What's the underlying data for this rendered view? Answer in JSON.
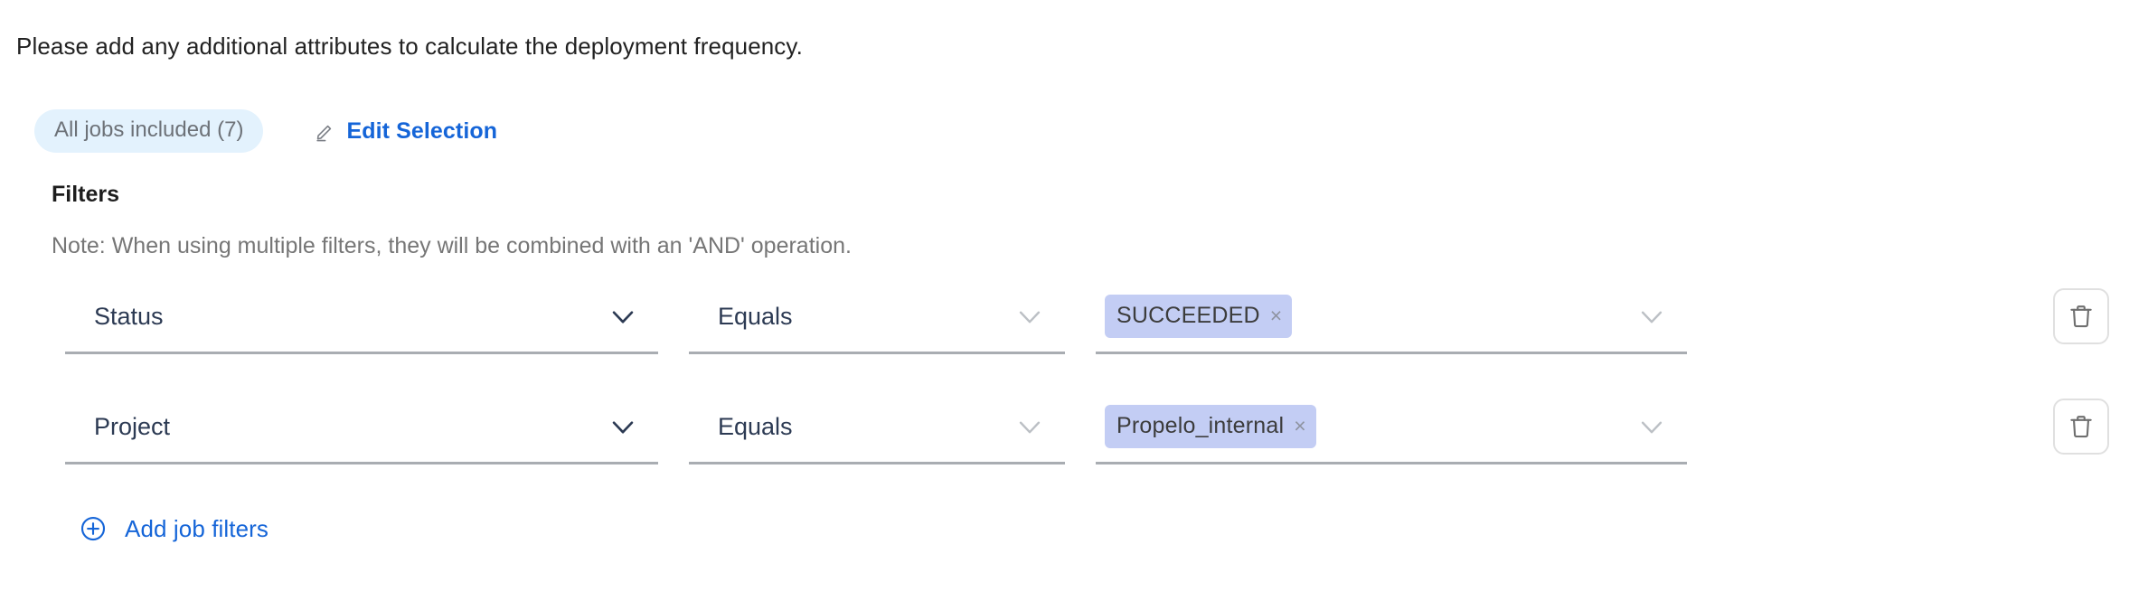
{
  "intro": {
    "text": "Please add any additional attributes to calculate the deployment frequency."
  },
  "selection": {
    "badge_label": "All jobs included (7)",
    "edit_label": "Edit Selection",
    "pencil_icon": "pencil-icon",
    "badge_bg": "#e3f2fd",
    "badge_text_color": "#6d7278",
    "link_color": "#1565d8"
  },
  "filters": {
    "heading": "Filters",
    "note": "Note: When using multiple filters, they will be combined with an 'AND' operation.",
    "chip_bg": "#c3cdf4",
    "underline_color": "#a9adb2",
    "rows": [
      {
        "attribute": "Status",
        "operator": "Equals",
        "values": [
          {
            "label": "SUCCEEDED",
            "remove_icon": "close-icon",
            "remove_label": "×"
          }
        ],
        "attribute_chevron": "chevron-down-icon",
        "operator_chevron": "chevron-down-icon",
        "value_chevron": "chevron-down-icon",
        "delete_icon": "trash-icon"
      },
      {
        "attribute": "Project",
        "operator": "Equals",
        "values": [
          {
            "label": "Propelo_internal",
            "remove_icon": "close-icon",
            "remove_label": "×"
          }
        ],
        "attribute_chevron": "chevron-down-icon",
        "operator_chevron": "chevron-down-icon",
        "value_chevron": "chevron-down-icon",
        "delete_icon": "trash-icon"
      }
    ]
  },
  "add_filters": {
    "label": "Add job filters",
    "icon": "plus-circle-icon",
    "color": "#1565d8"
  }
}
